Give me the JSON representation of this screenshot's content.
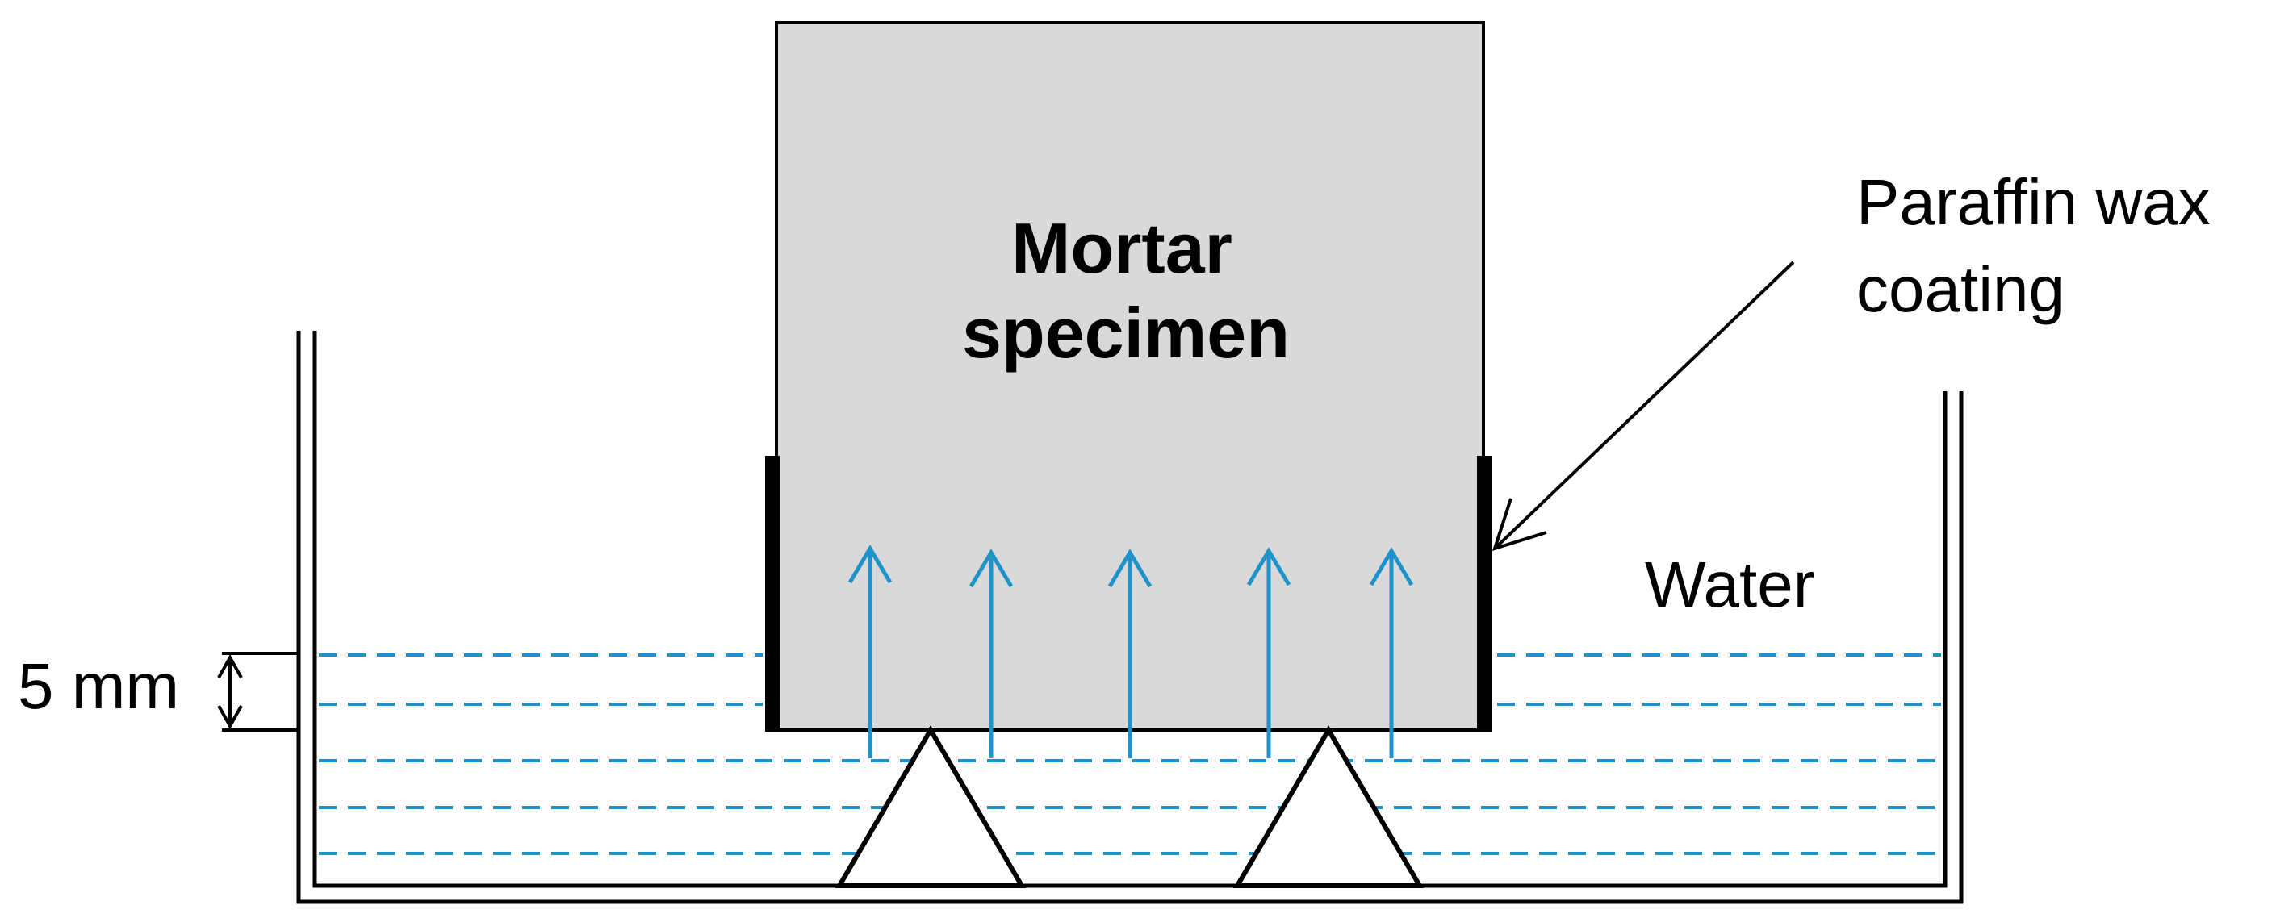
{
  "labels": {
    "specimen_line1": "Mortar",
    "specimen_line2": "specimen",
    "coating_line1": "Paraffin wax",
    "coating_line2": "coating",
    "water": "Water",
    "depth": "5 mm"
  },
  "colors": {
    "specimen_fill": "#d9d9d9",
    "water_lines": "#1f93c9",
    "flow_arrows": "#1f93c9",
    "outline": "#000000",
    "background": "#ffffff"
  }
}
